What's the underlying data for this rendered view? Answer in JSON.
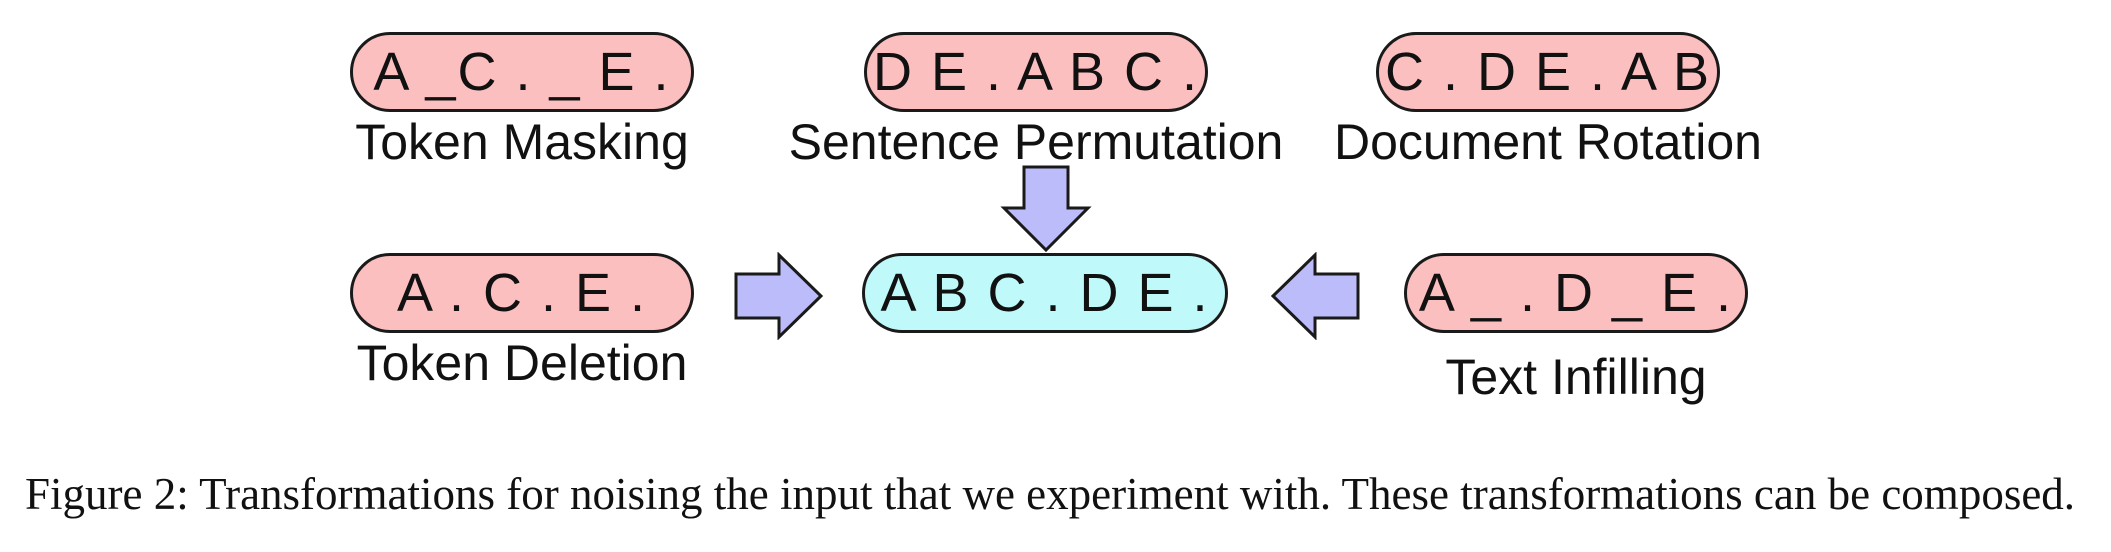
{
  "transformations": {
    "token_masking": {
      "sequence": "A _C . _ E .",
      "label": "Token Masking"
    },
    "sentence_permutation": {
      "sequence": "D E . A B C .",
      "label": "Sentence Permutation"
    },
    "document_rotation": {
      "sequence": "C . D E . A B",
      "label": "Document Rotation"
    },
    "token_deletion": {
      "sequence": "A . C . E .",
      "label": "Token Deletion"
    },
    "text_infilling": {
      "sequence": "A _ . D _ E .",
      "label": "Text Infilling"
    }
  },
  "original": {
    "sequence": "A B C . D E ."
  },
  "colors": {
    "noised_fill": "#fcbfbf",
    "original_fill": "#bff9fa",
    "arrow_fill": "#bcbcfb",
    "outline": "#1a1a1a"
  },
  "icons": {
    "arrow_down": "down-arrow-icon",
    "arrow_right": "right-arrow-icon",
    "arrow_left": "left-arrow-icon"
  },
  "caption": "Figure 2: Transformations for noising the input that we experiment with. These transformations can be composed."
}
